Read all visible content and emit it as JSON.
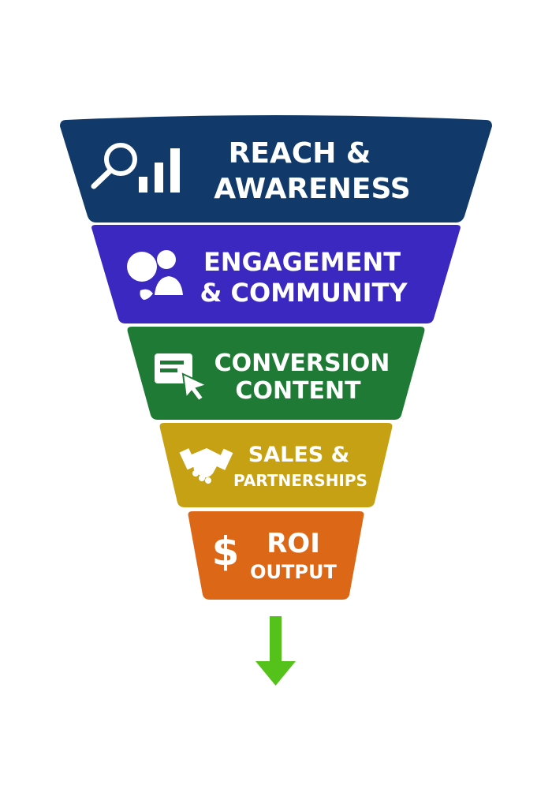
{
  "funnel": {
    "stages": [
      {
        "line1": "REACH &",
        "line2": "AWARENESS",
        "icon": "search-chart-icon",
        "color": "#113a6b"
      },
      {
        "line1": "ENGAGEMENT",
        "line2": "& COMMUNITY",
        "icon": "community-icon",
        "color": "#3a28c0"
      },
      {
        "line1": "CONVERSION",
        "line2": "CONTENT",
        "icon": "form-click-icon",
        "color": "#1e7a35"
      },
      {
        "line1": "SALES &",
        "line2": "PARTNERSHIPS",
        "icon": "handshake-icon",
        "color": "#c7a114"
      },
      {
        "line1": "ROI",
        "line2": "OUTPUT",
        "icon": "dollar-icon",
        "color": "#dc6716"
      }
    ],
    "arrow": {
      "icon": "arrow-down-icon",
      "color": "#55c21c"
    }
  }
}
